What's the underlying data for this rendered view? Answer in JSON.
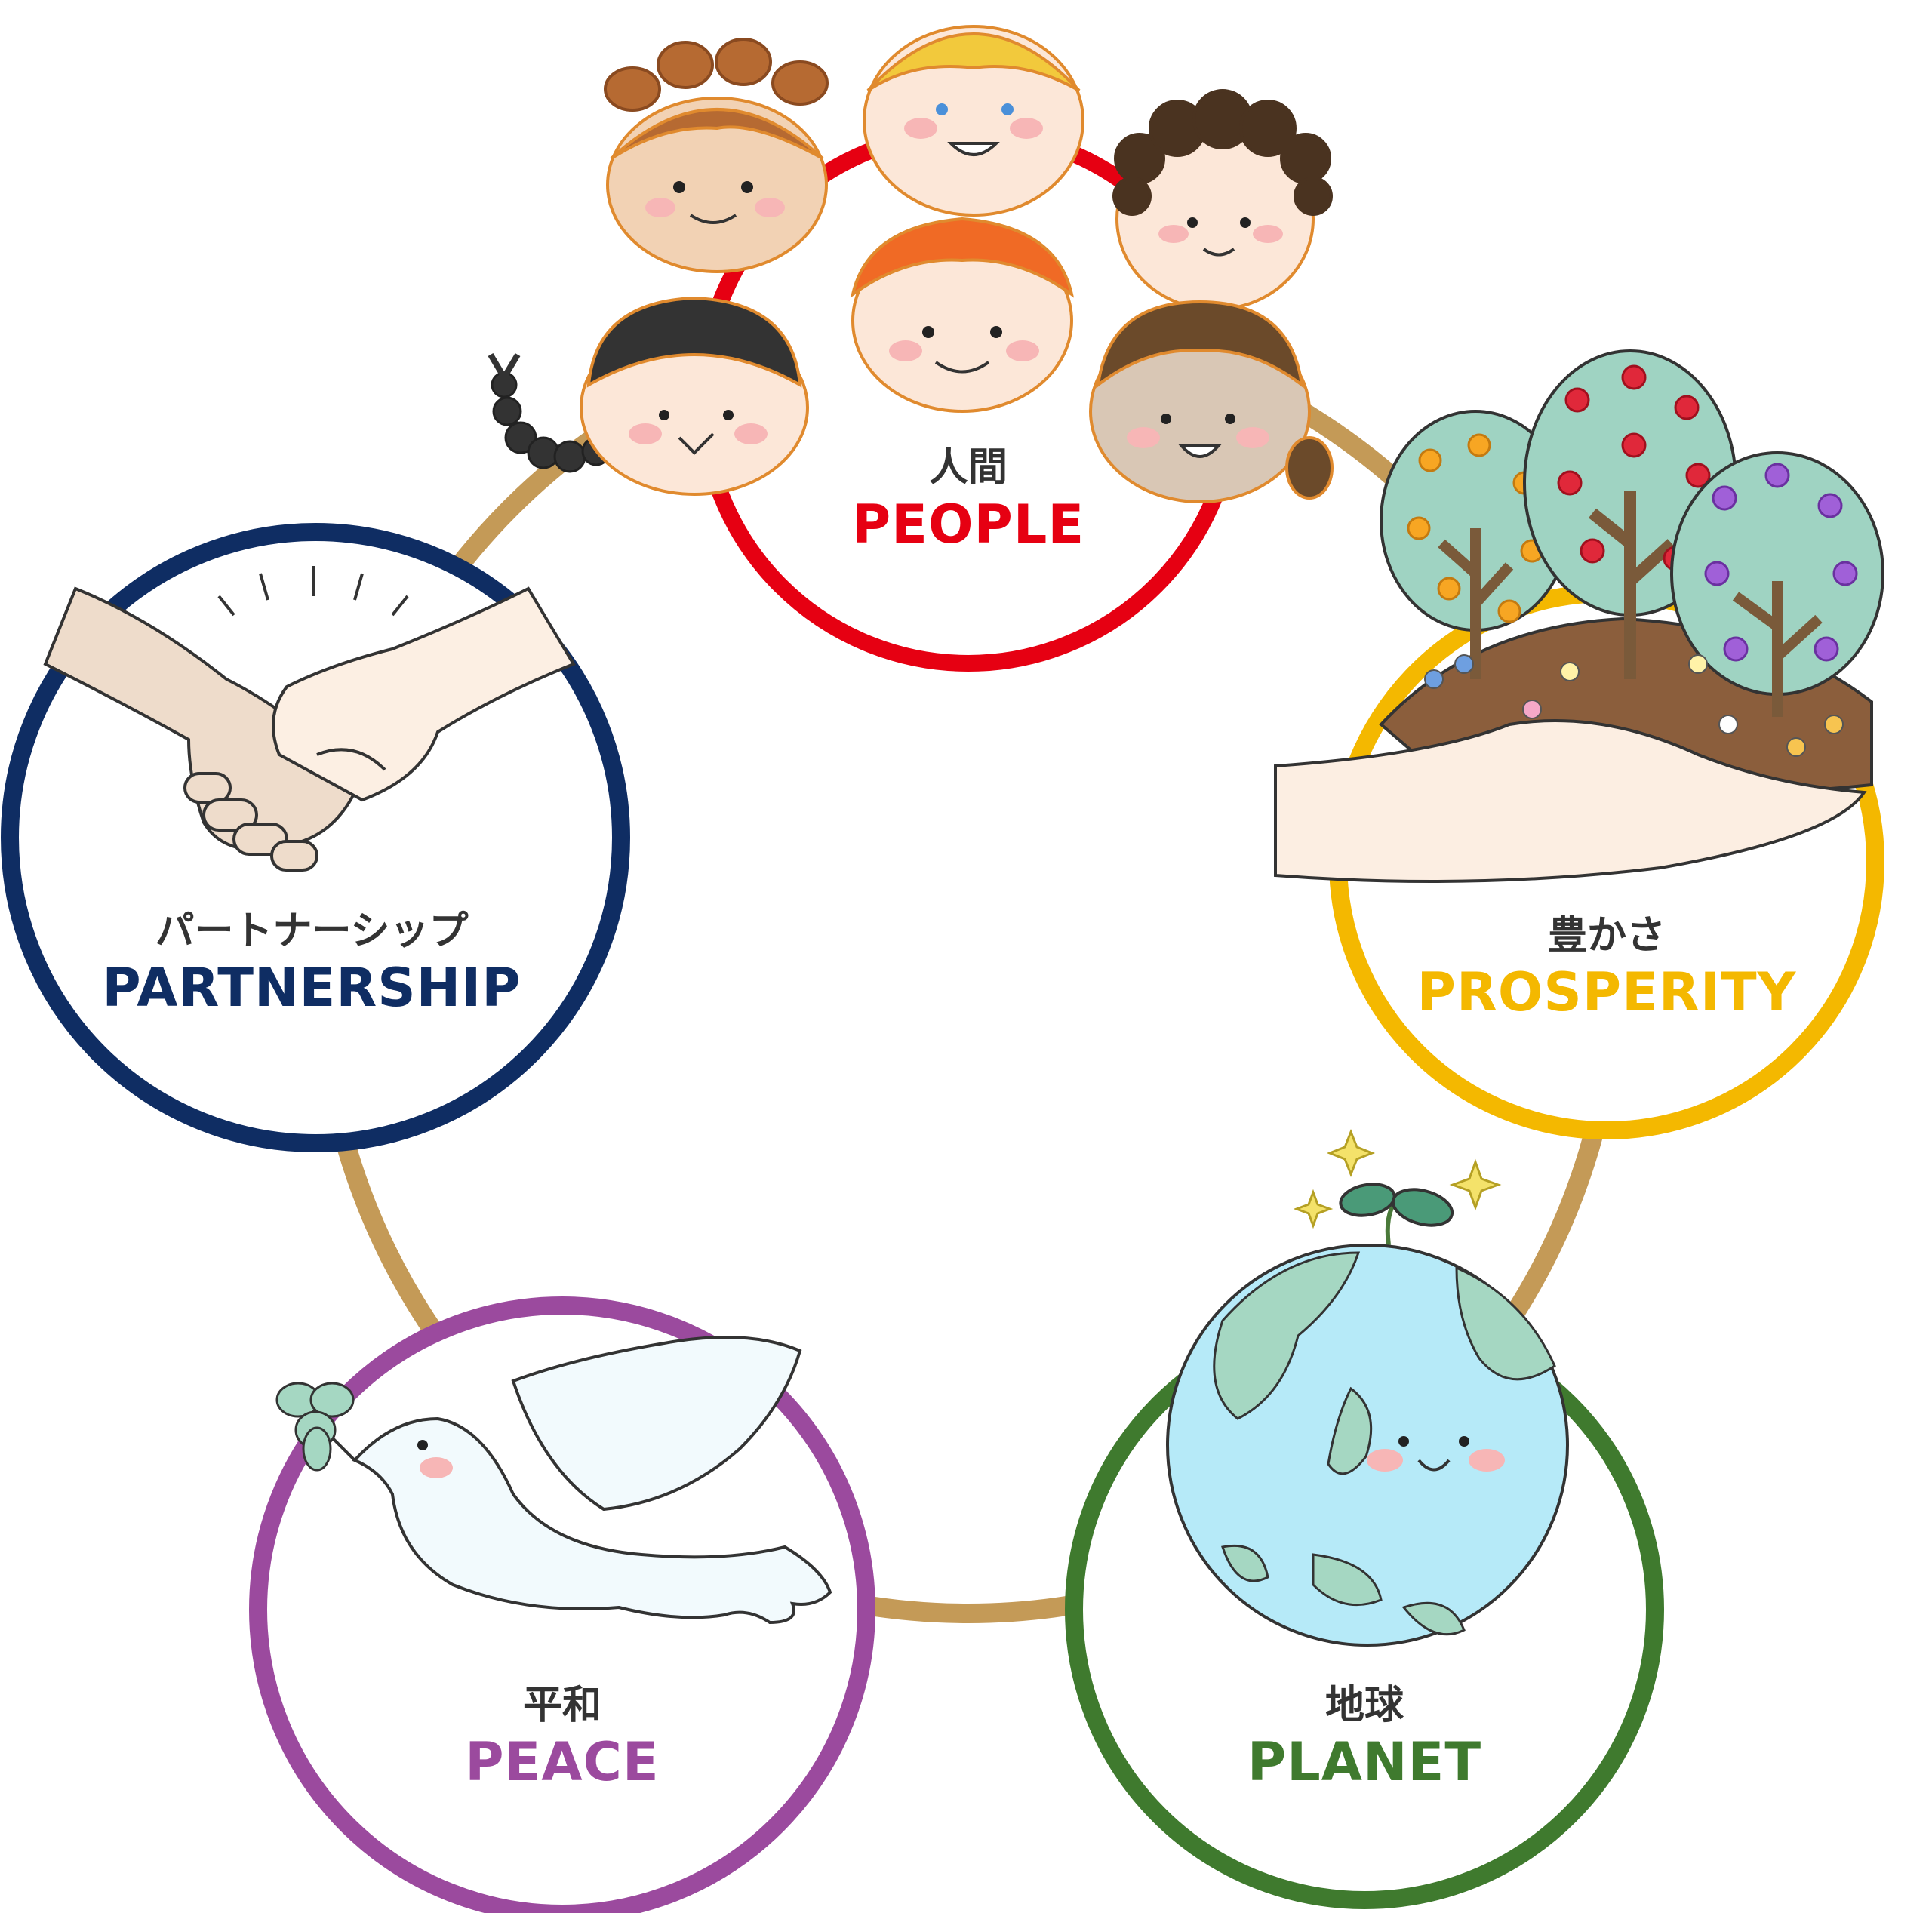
{
  "colors": {
    "ring": "#C49A57",
    "people": "#E60012",
    "prosperity": "#F4B800",
    "planet": "#3F7A2E",
    "peace": "#9B4A9E",
    "partnership": "#0F2D63",
    "jp_text": "#333333"
  },
  "nodes": [
    {
      "id": "people",
      "jp": "人間",
      "en": "PEOPLE",
      "color": "#E60012",
      "icon": "children-faces-icon"
    },
    {
      "id": "prosperity",
      "jp": "豊かさ",
      "en": "PROSPERITY",
      "color": "#F4B800",
      "icon": "hand-with-trees-icon"
    },
    {
      "id": "planet",
      "jp": "地球",
      "en": "PLANET",
      "color": "#3F7A2E",
      "icon": "smiling-earth-icon"
    },
    {
      "id": "peace",
      "jp": "平和",
      "en": "PEACE",
      "color": "#9B4A9E",
      "icon": "dove-with-clover-icon"
    },
    {
      "id": "partnership",
      "jp": "パートナーシップ",
      "en": "PARTNERSHIP",
      "color": "#0F2D63",
      "icon": "handshake-icon"
    }
  ]
}
